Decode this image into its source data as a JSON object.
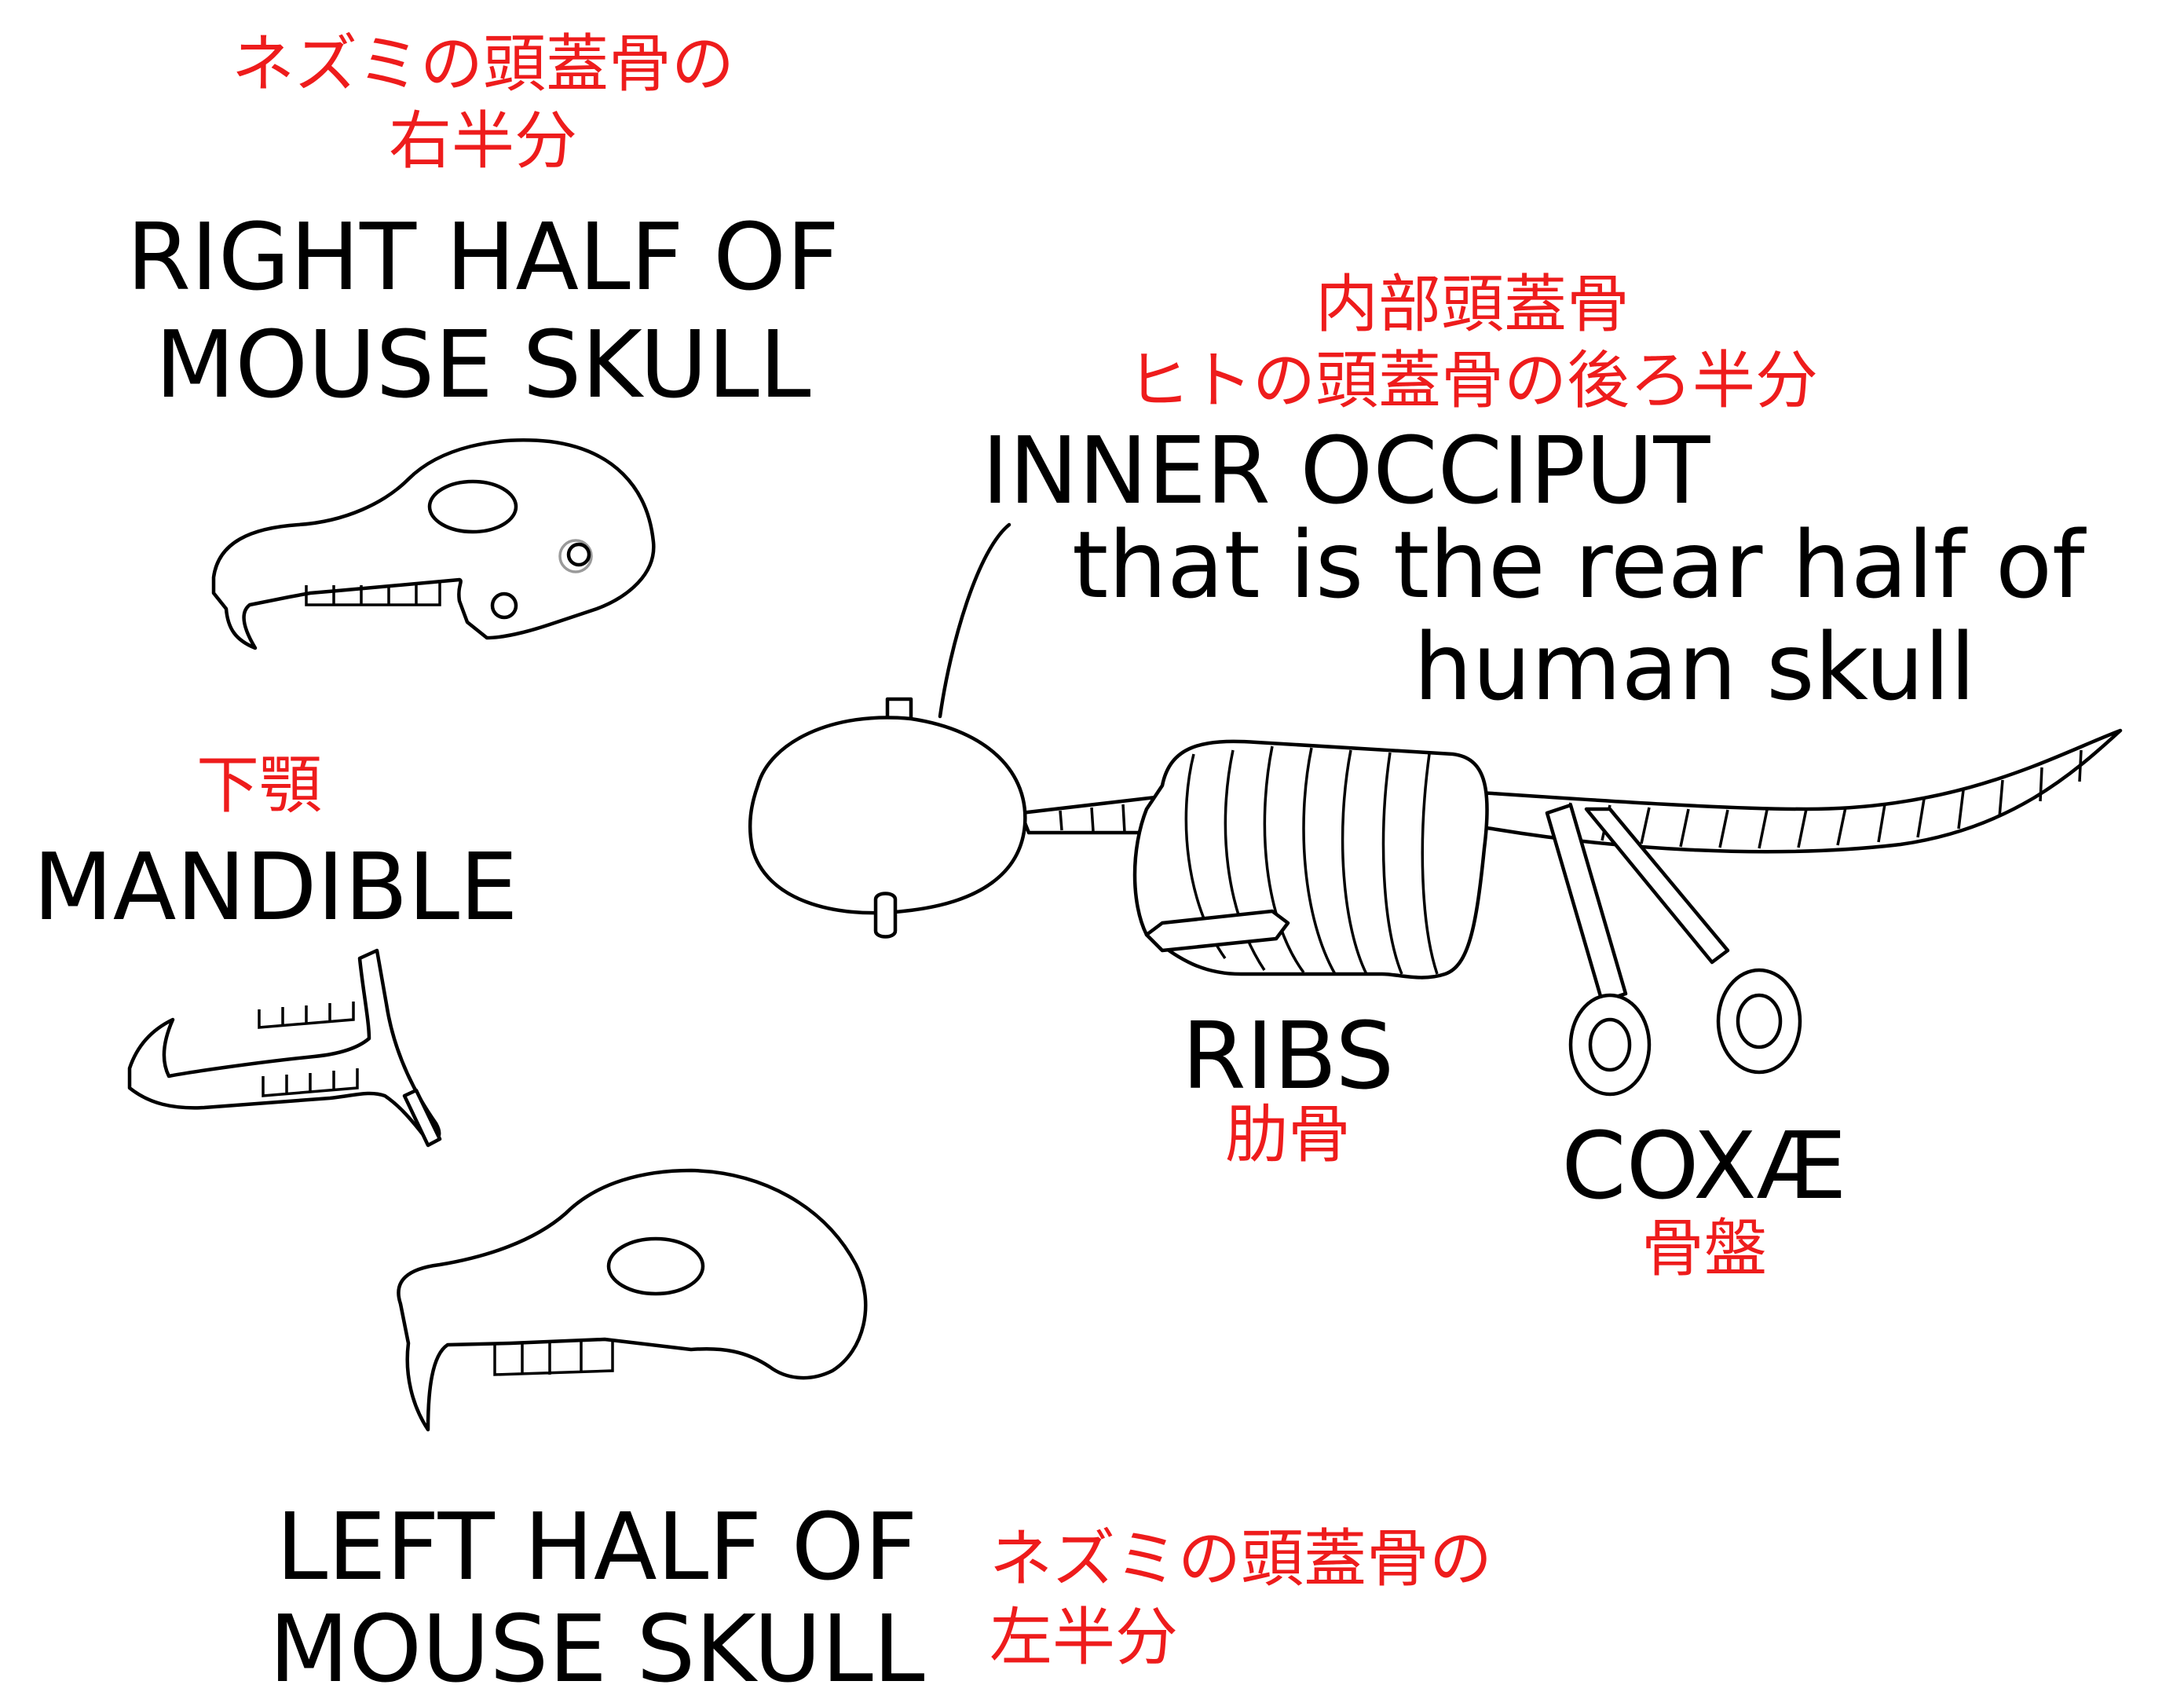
{
  "labels": {
    "right_half_skull": {
      "jp_line1": "ネズミの頭蓋骨の",
      "jp_line2": "右半分",
      "en_line1": "RIGHT HALF OF",
      "en_line2": "MOUSE SKULL"
    },
    "mandible": {
      "jp": "下顎",
      "en": "MANDIBLE"
    },
    "left_half_skull": {
      "en_line1": "LEFT HALF OF",
      "en_line2": "MOUSE SKULL",
      "jp_line1": "ネズミの頭蓋骨の",
      "jp_line2": "左半分"
    },
    "inner_occiput": {
      "jp_line1": "内部頭蓋骨",
      "jp_line2": "ヒトの頭蓋骨の後ろ半分",
      "en_line1": "INNER OCCIPUT",
      "en_line2": "that is the rear half of",
      "en_line3": "human skull"
    },
    "ribs": {
      "en": "RIBS",
      "jp": "肋骨"
    },
    "coxae": {
      "en": "COXÆ",
      "jp": "骨盤"
    }
  },
  "colors": {
    "english_text": "#000000",
    "japanese_text": "#ee1c1c",
    "line_art": "#000000",
    "background": "#ffffff"
  }
}
